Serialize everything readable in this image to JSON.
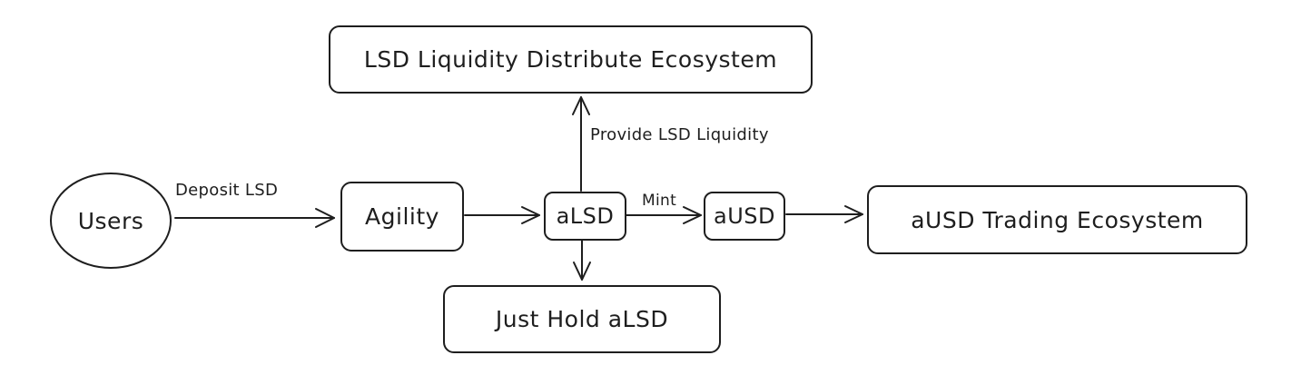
{
  "nodes": {
    "ecosystem": "LSD Liquidity Distribute Ecosystem",
    "users": "Users",
    "agility": "Agility",
    "alsd": "aLSD",
    "ausd": "aUSD",
    "trading": "aUSD Trading Ecosystem",
    "hold": "Just Hold aLSD"
  },
  "edges": {
    "deposit": "Deposit LSD",
    "provide": "Provide LSD Liquidity",
    "mint": "Mint"
  }
}
